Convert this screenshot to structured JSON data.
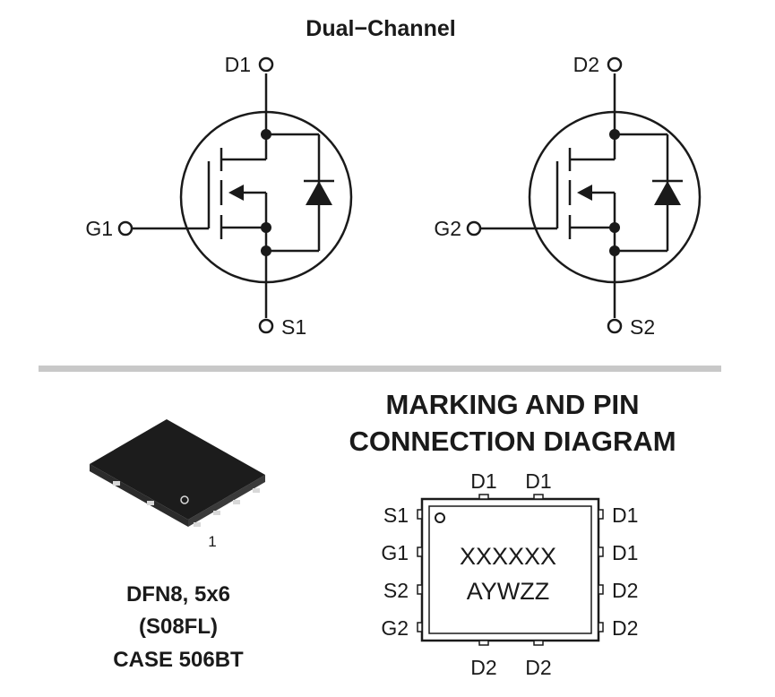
{
  "header": {
    "title": "Dual−Channel"
  },
  "channel1": {
    "drain": "D1",
    "gate": "G1",
    "source": "S1"
  },
  "channel2": {
    "drain": "D2",
    "gate": "G2",
    "source": "S2"
  },
  "package": {
    "pin1_label": "1",
    "name_line1": "DFN8, 5x6",
    "name_line2": "(S08FL)",
    "name_line3": "CASE 506BT"
  },
  "marking": {
    "title_line1": "MARKING AND PIN",
    "title_line2": "CONNECTION DIAGRAM",
    "code_line1": "XXXXXX",
    "code_line2": "AYWZZ",
    "top_pins": [
      "D1",
      "D1"
    ],
    "bottom_pins": [
      "D2",
      "D2"
    ],
    "left_pins": [
      "S1",
      "G1",
      "S2",
      "G2"
    ],
    "right_pins": [
      "D1",
      "D1",
      "D2",
      "D2"
    ]
  },
  "colors": {
    "ink": "#1a1a1a",
    "divider": "#c8c8c8",
    "package_body": "#1c1c1c",
    "package_side": "#3a3a3a",
    "package_pad": "#d8d8d8"
  }
}
